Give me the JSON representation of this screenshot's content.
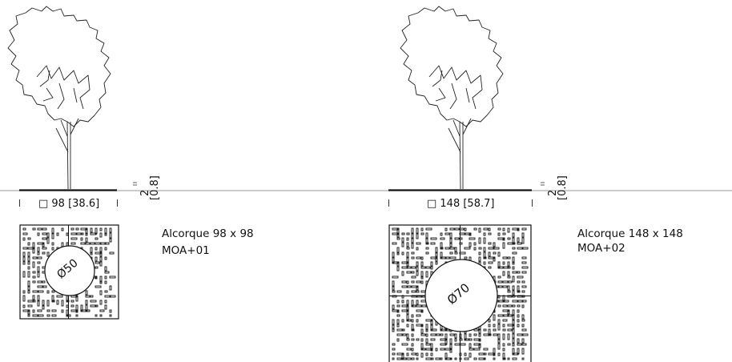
{
  "items": [
    {
      "size_label": "□ 98 [38.6]",
      "depth_main": "2",
      "depth_sub": "[0.8]",
      "grate_diameter": "Ø50",
      "name": "Alcorque 98 x 98",
      "code": "MOA+01"
    },
    {
      "size_label": "□ 148 [58.7]",
      "depth_main": "2",
      "depth_sub": "[0.8]",
      "grate_diameter": "Ø70",
      "name": "Alcorque 148 x 148",
      "code": "MOA+02"
    }
  ]
}
